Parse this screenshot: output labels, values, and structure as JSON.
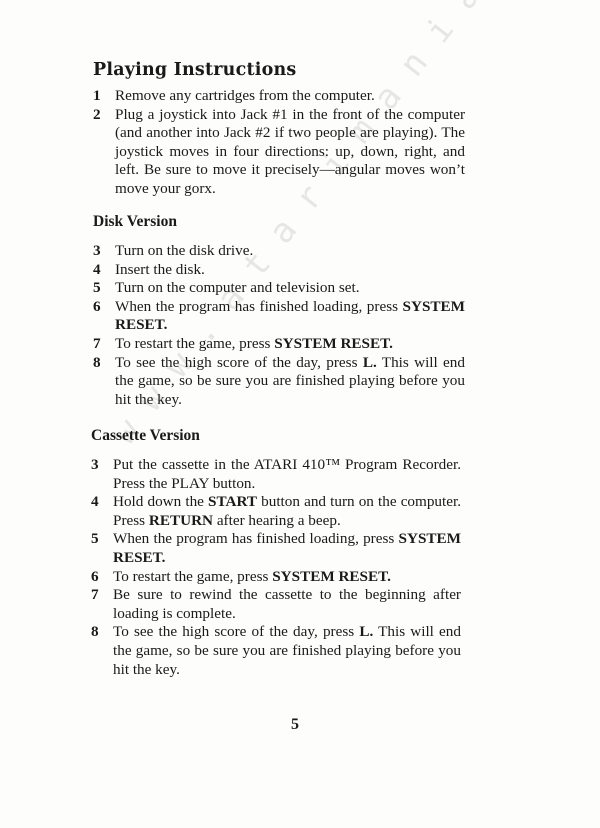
{
  "title": "Playing Instructions",
  "intro_steps": [
    {
      "num": "1",
      "parts": [
        {
          "t": "Remove any cartridges from the computer."
        }
      ]
    },
    {
      "num": "2",
      "parts": [
        {
          "t": "Plug a joystick into Jack #1 in the front of the computer (and another into Jack #2 if two people are playing). The joystick moves in four directions: up, down, right, and left. Be sure to move it precisely—angular moves won’t move your gorx."
        }
      ]
    }
  ],
  "disk": {
    "title": "Disk Version",
    "steps": [
      {
        "num": "3",
        "parts": [
          {
            "t": "Turn on the disk drive."
          }
        ]
      },
      {
        "num": "4",
        "parts": [
          {
            "t": "Insert the disk."
          }
        ]
      },
      {
        "num": "5",
        "parts": [
          {
            "t": "Turn on the computer and television set."
          }
        ]
      },
      {
        "num": "6",
        "parts": [
          {
            "t": "When the program has finished loading, press "
          },
          {
            "t": "SYSTEM RESET.",
            "b": true
          }
        ]
      },
      {
        "num": "7",
        "parts": [
          {
            "t": "To restart the game, press "
          },
          {
            "t": "SYSTEM RESET.",
            "b": true
          }
        ]
      },
      {
        "num": "8",
        "parts": [
          {
            "t": "To see the high score of the day, press "
          },
          {
            "t": "L.",
            "b": true
          },
          {
            "t": " This will end the game, so be sure you are finished playing before you hit the key."
          }
        ]
      }
    ]
  },
  "cassette": {
    "title": "Cassette Version",
    "steps": [
      {
        "num": "3",
        "parts": [
          {
            "t": "Put the cassette in the ATARI 410™ Program Recorder. Press the PLAY button."
          }
        ]
      },
      {
        "num": "4",
        "parts": [
          {
            "t": "Hold down the "
          },
          {
            "t": "START",
            "b": true
          },
          {
            "t": " button and turn on the computer. Press "
          },
          {
            "t": "RETURN",
            "b": true
          },
          {
            "t": " after hearing a beep."
          }
        ]
      },
      {
        "num": "5",
        "parts": [
          {
            "t": "When the program has finished loading, press "
          },
          {
            "t": "SYSTEM RESET.",
            "b": true
          }
        ]
      },
      {
        "num": "6",
        "parts": [
          {
            "t": "To restart the game, press "
          },
          {
            "t": "SYSTEM RESET.",
            "b": true
          }
        ]
      },
      {
        "num": "7",
        "parts": [
          {
            "t": "Be sure to rewind the cassette to the beginning after loading is complete."
          }
        ]
      },
      {
        "num": "8",
        "parts": [
          {
            "t": "To see the high score of the day, press "
          },
          {
            "t": "L.",
            "b": true
          },
          {
            "t": " This will end the game, so be sure you are finished playing before you hit the key."
          }
        ]
      }
    ]
  },
  "page_number": "5",
  "watermark": "www.atarimania.com"
}
